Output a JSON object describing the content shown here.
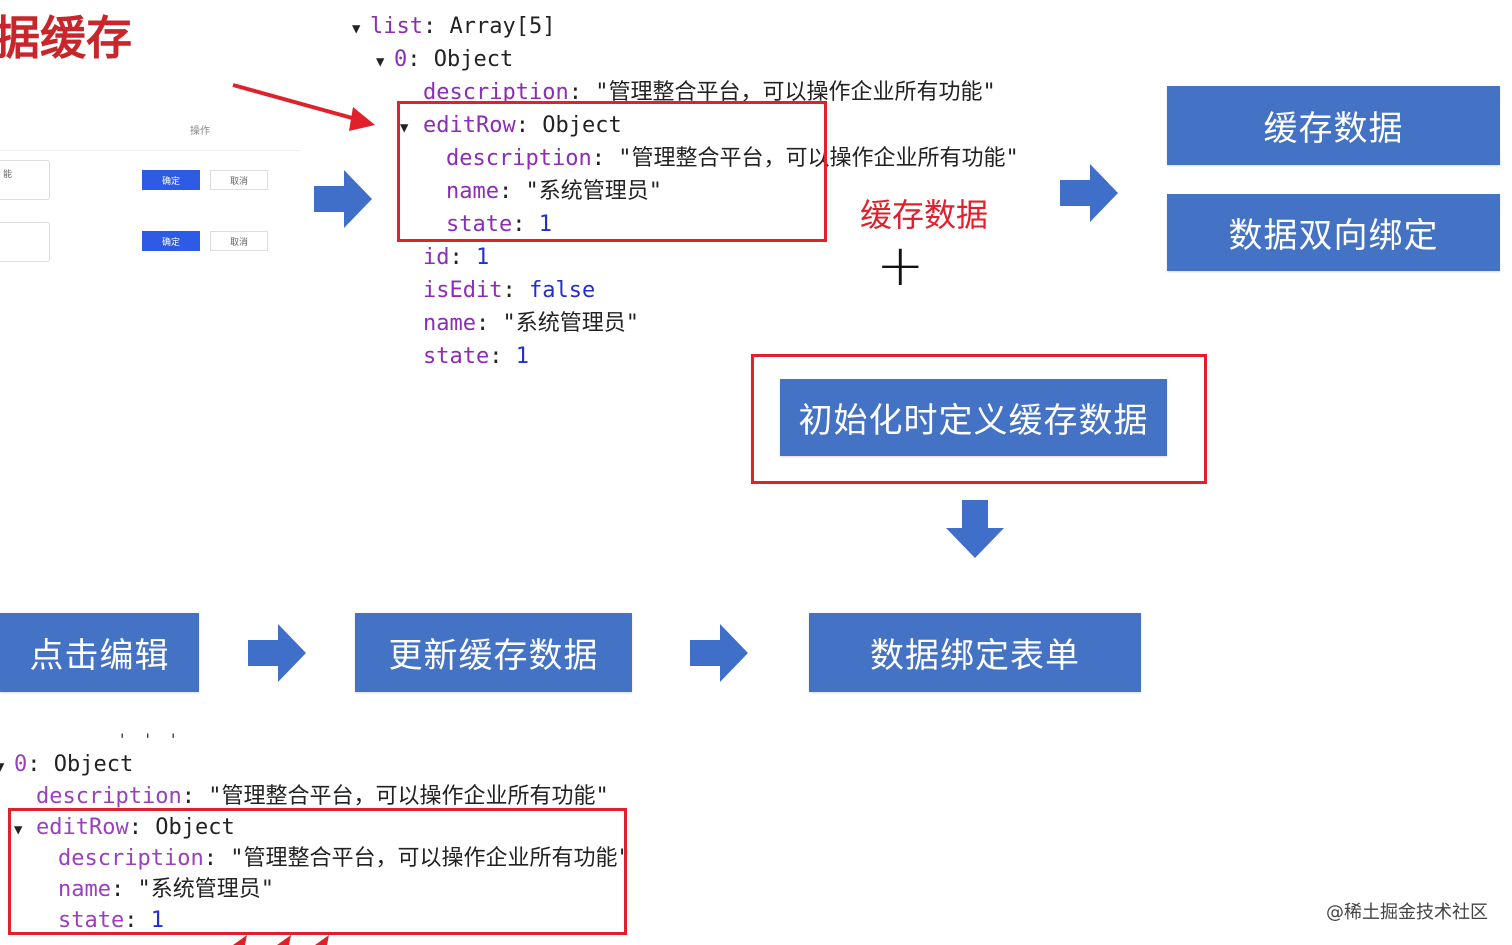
{
  "heading": "据缓存",
  "table": {
    "column_header": "操作",
    "rows": [
      {
        "input_value": "能",
        "confirm": "确定",
        "cancel": "取消"
      },
      {
        "input_value": "",
        "confirm": "确定",
        "cancel": "取消"
      }
    ]
  },
  "code_top": {
    "l1_key": "list",
    "l1_val": "Array[5]",
    "l2_key": "0",
    "l2_val": "Object",
    "l3_key": "description",
    "l3_val": "\"管理整合平台，可以操作企业所有功能\"",
    "l4_key": "editRow",
    "l4_val": "Object",
    "l5_key": "description",
    "l5_val": "\"管理整合平台，可以操作企业所有功能\"",
    "l6_key": "name",
    "l6_val": "\"系统管理员\"",
    "l7_key": "state",
    "l7_val": "1",
    "l8_key": "id",
    "l8_val": "1",
    "l9_key": "isEdit",
    "l9_val": "false",
    "l10_key": "name",
    "l10_val": "\"系统管理员\"",
    "l11_key": "state",
    "l11_val": "1"
  },
  "code_bottom": {
    "l1_key": "0",
    "l1_val": "Object",
    "l2_key": "description",
    "l2_val": "\"管理整合平台，可以操作企业所有功能\"",
    "l3_key": "editRow",
    "l3_val": "Object",
    "l4_key": "description",
    "l4_val": "\"管理整合平台，可以操作企业所有功能\"",
    "l5_key": "name",
    "l5_val": "\"系统管理员\"",
    "l6_key": "state",
    "l6_val": "1"
  },
  "annotation": {
    "cache_label": "缓存数据",
    "plus": "+"
  },
  "boxes": {
    "cache_data": "缓存数据",
    "two_way_binding": "数据双向绑定",
    "init_define_cache": "初始化时定义缓存数据",
    "click_edit": "点击编辑",
    "update_cache": "更新缓存数据",
    "bind_form": "数据绑定表单"
  },
  "watermark": "@稀土掘金技术社区",
  "colors": {
    "box_blue": "#4472c4",
    "highlight_red": "#e0202a",
    "arrow_blue": "#3f6fc8"
  }
}
